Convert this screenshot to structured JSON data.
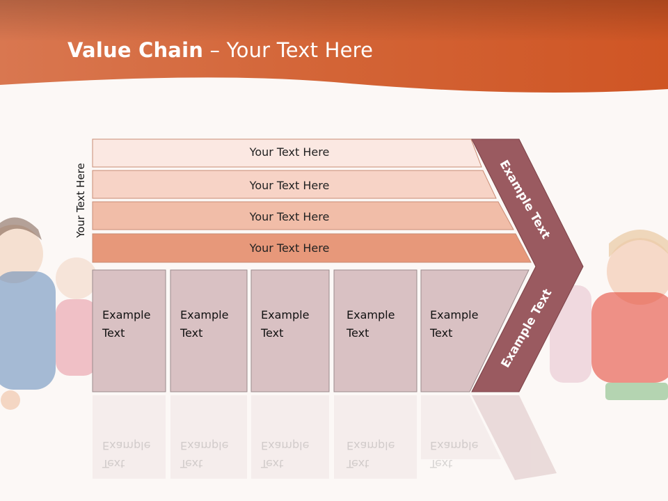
{
  "title": {
    "bold": "Value Chain",
    "rest": " – Your Text Here"
  },
  "side_label": "Your Text Here",
  "bands": [
    "Your Text Here",
    "Your Text Here",
    "Your Text Here",
    "Your Text Here"
  ],
  "cells": [
    {
      "line1": "Example",
      "line2": "Text"
    },
    {
      "line1": "Example",
      "line2": "Text"
    },
    {
      "line1": "Example",
      "line2": "Text"
    },
    {
      "line1": "Example",
      "line2": "Text"
    },
    {
      "line1": "Example",
      "line2": "Text"
    }
  ],
  "chevron": {
    "upper": "Example Text",
    "lower": "Example Text"
  },
  "colors": {
    "header": "#d4582a",
    "band1": "#fbe8e2",
    "band2": "#f7d3c6",
    "band3": "#f1bda8",
    "band4": "#e7987a",
    "cell": "#d9c1c3",
    "chevron": "#9a5a60"
  }
}
